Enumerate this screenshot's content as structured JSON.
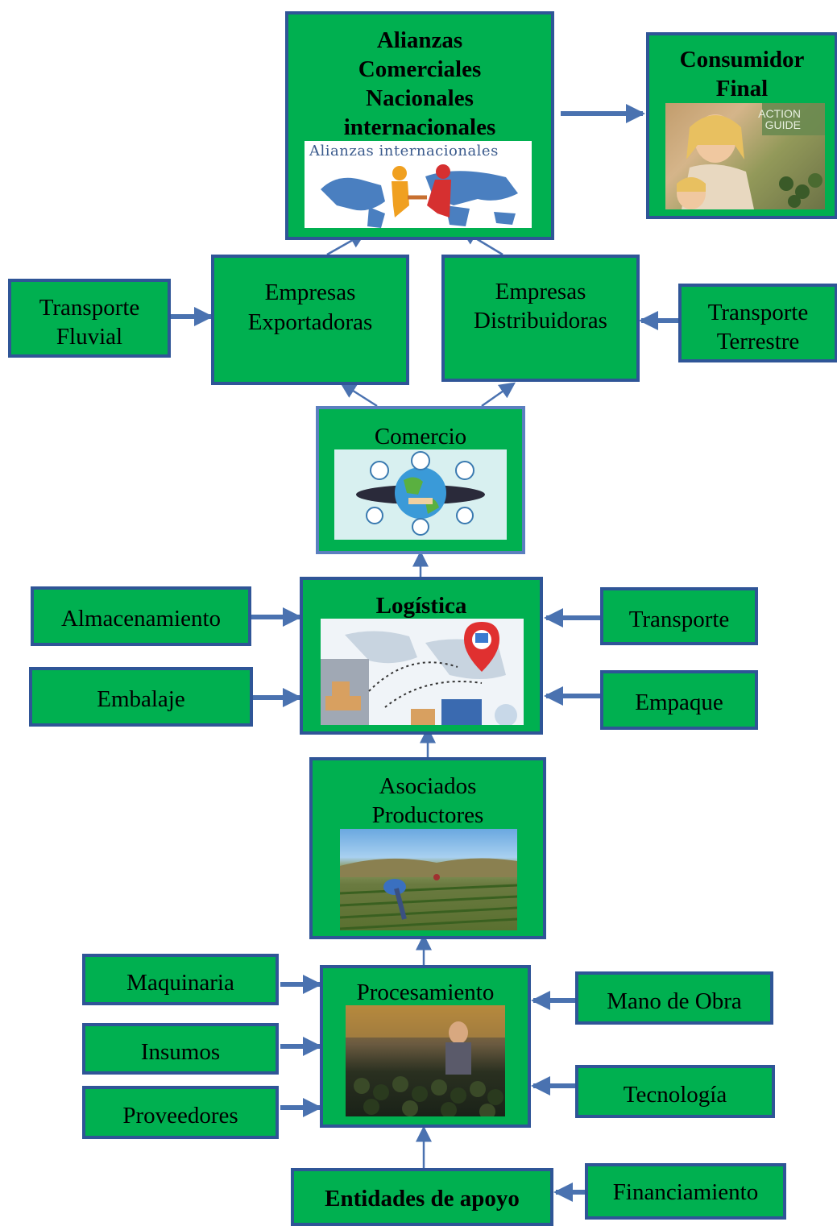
{
  "nodes": {
    "alianzas": {
      "line1": "Alianzas",
      "line2": "Comerciales",
      "line3": "Nacionales",
      "line4": "internacionales",
      "img_caption": "Alianzas internacionales"
    },
    "consumidor": {
      "line1": "Consumidor",
      "line2": "Final",
      "img_caption_1": "ACTION",
      "img_caption_2": "GUIDE"
    },
    "exportadoras": {
      "line1": "Empresas",
      "line2": "Exportadoras"
    },
    "distribuidoras": {
      "line1": "Empresas",
      "line2": "Distribuidoras"
    },
    "fluvial": {
      "line1": "Transporte",
      "line2": "Fluvial"
    },
    "terrestre": {
      "line1": "Transporte",
      "line2": "Terrestre"
    },
    "comercio": {
      "label": "Comercio"
    },
    "logistica": {
      "label": "Logística"
    },
    "almacenamiento": {
      "label": "Almacenamiento"
    },
    "embalaje": {
      "label": "Embalaje"
    },
    "transporte": {
      "label": "Transporte"
    },
    "empaque": {
      "label": "Empaque"
    },
    "asociados": {
      "line1": "Asociados",
      "line2": "Productores"
    },
    "procesamiento": {
      "label": "Procesamiento"
    },
    "maquinaria": {
      "label": "Maquinaria"
    },
    "insumos": {
      "label": "Insumos"
    },
    "proveedores": {
      "label": "Proveedores"
    },
    "mano_obra": {
      "label": "Mano de Obra"
    },
    "tecnologia": {
      "label": "Tecnología"
    },
    "entidades": {
      "label": "Entidades de apoyo"
    },
    "financiamiento": {
      "label": "Financiamiento"
    }
  },
  "colors": {
    "box_fill": "#00b050",
    "border": "#2f5597",
    "arrow": "#4a72b0"
  }
}
